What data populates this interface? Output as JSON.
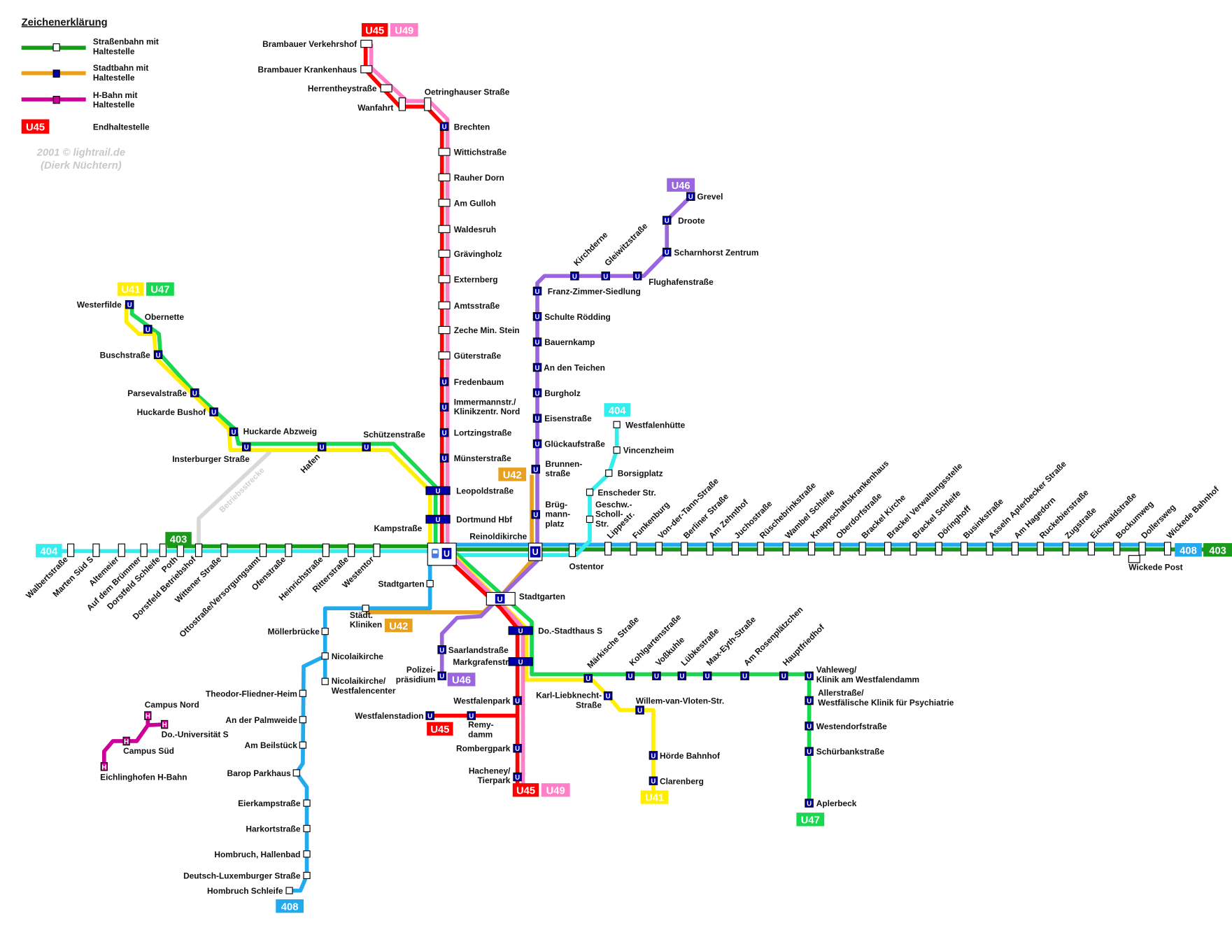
{
  "legend": {
    "title": "Zeichenerklärung",
    "tram": "Straßenbahn mit\nHaltestelle",
    "stadtbahn": "Stadtbahn mit\nHaltestelle",
    "hbahn": "H-Bahn mit\nHaltestelle",
    "terminus_badge": "U45",
    "terminus": "Endhaltestelle",
    "u_symbol": "U",
    "h_symbol": "H"
  },
  "credit": {
    "line1": "2001 © lightrail.de",
    "line2": "(Dierk Nüchtern)"
  },
  "colors": {
    "u45": "#ff0000",
    "u49": "#ff80c8",
    "u41": "#ffee00",
    "u47": "#18d850",
    "u46": "#9966dd",
    "u42": "#e8a020",
    "tram403": "#1a9a1a",
    "tram404": "#33eeee",
    "tram408": "#22aaee",
    "hbahn": "#cc0099",
    "betrieb": "#d8d8d8",
    "ubox": "#0000aa"
  },
  "badges": {
    "u45_top": "U45",
    "u49_top": "U49",
    "u41_nw": "U41",
    "u47_nw": "U47",
    "u46_ne": "U46",
    "t404_ne": "404",
    "u42_n": "U42",
    "t404_w": "404",
    "t403_w": "403",
    "t408_e": "408",
    "t403_e": "403",
    "u42_s": "U42",
    "u46_s": "U46",
    "u45_sw": "U45",
    "u45_s": "U45",
    "u49_s": "U49",
    "u41_s": "U41",
    "u47_s": "U47",
    "t408_s": "408"
  },
  "betriebsstrecke": "Betriebsstrecke",
  "stations": {
    "bvh": "Brambauer Verkehrshof",
    "bkh": "Brambauer Krankenhaus",
    "hts": "Herrentheystraße",
    "wan": "Wanfahrt",
    "oet": "Oetringhauser Straße",
    "bre": "Brechten",
    "wit": "Wittichstraße",
    "rau": "Rauher Dorn",
    "gul": "Am Gulloh",
    "wal": "Waldesruh",
    "gra": "Grävingholz",
    "ext": "Externberg",
    "amt": "Amtsstraße",
    "zms": "Zeche Min. Stein",
    "gut": "Güterstraße",
    "fre": "Fredenbaum",
    "imm": "Immermannstr./\nKlinikzentr. Nord",
    "lor": "Lortzingstraße",
    "mun": "Münsterstraße",
    "leo": "Leopoldstraße",
    "hbf": "Dortmund Hbf",
    "wef": "Westerfilde",
    "obe": "Obernette",
    "bus": "Buschstraße",
    "par": "Parsevalstraße",
    "hbu": "Huckarde Bushof",
    "hab": "Huckarde Abzweig",
    "ins": "Insterburger Straße",
    "haf": "Hafen",
    "sch": "Schützenstraße",
    "kam": "Kampstraße",
    "dss": "Do.-Stadthaus S",
    "mgf": "Markgrafenstr.",
    "wfp": "Westfalenpark",
    "rom": "Rombergpark",
    "hac": "Hacheney/\nTierpark",
    "rem": "Remy-\ndamm",
    "wfs": "Westfalenstadion",
    "grv": "Grevel",
    "dro": "Droote",
    "scz": "Scharnhorst Zentrum",
    "flu": "Flughafenstraße",
    "gle": "Gleiwitzstraße",
    "kir": "Kirchderne",
    "fzs": "Franz-Zimmer-Siedlung",
    "sro": "Schulte Rödding",
    "bau": "Bauernkamp",
    "adt": "An den Teichen",
    "bur": "Burgholz",
    "eis": "Eisenstraße",
    "glu": "Glückaufstraße",
    "brn": "Brunnen-\nstraße",
    "brg": "Brüg-\nmann-\nplatz",
    "rei": "Reinoldikirche",
    "sar": "Saarlandstraße",
    "pol": "Polizei-\npräsidium",
    "stg": "Stadtgarten",
    "skl": "Städt.\nKliniken",
    "stg2": "Stadtgarten",
    "mol": "Möllerbrücke",
    "nic": "Nicolaikirche",
    "nwc": "Nicolaikirche/\nWestfalencenter",
    "tfh": "Theodor-Fliedner-Heim",
    "apw": "An der Palmweide",
    "abs": "Am Beilstück",
    "bpk": "Barop Parkhaus",
    "eik": "Eierkampstraße",
    "hks": "Harkortstraße",
    "hhb": "Hombruch, Hallenbad",
    "dlx": "Deutsch-Luxemburger Straße",
    "hsc": "Hombruch Schleife",
    "ens": "Enscheder Str.",
    "bor": "Borsigplatz",
    "vin": "Vincenzheim",
    "wfh": "Westfalenhütte",
    "gss": "Geschw.-\nScholl-\nStr.",
    "mks": "Märkische Straße",
    "kgs": "Kohlgartenstraße",
    "vos": "Voßkuhle",
    "lub": "Lübkestraße",
    "mey": "Max-Eyth-Straße",
    "arp": "Am Rosenplätzchen",
    "hfr": "Hauptfriedhof",
    "vah": "Vahleweg/\nKlinik am Westfalendamm",
    "all": "Allerstraße/\nWestfälische Klinik für Psychiatrie",
    "wed": "Westendorfstraße",
    "sbk": "Schürbankstraße",
    "apl": "Aplerbeck",
    "kls": "Karl-Liebknecht-\nStraße",
    "wvv": "Willem-van-Vloten-Str.",
    "hoe": "Hörde Bahnhof",
    "cla": "Clarenberg",
    "wlb": "Walbertstraße",
    "mas": "Marten Süd S",
    "alt": "Altemeier",
    "adb": "Auf dem Brümmer",
    "dsc": "Dorstfeld Schleife",
    "pot": "Poth",
    "dbh": "Dorstfeld Betriebshof",
    "wi2": "Wittener Straße",
    "ott": "Ottostraße/Versorgungsamt",
    "ofe": "Ofenstraße",
    "hei": "Heinrichstraße",
    "rit": "Ritterstraße",
    "wen": "Westentor",
    "ost": "Ostentor",
    "lip": "Lippestr.",
    "fun": "Funkenburg",
    "vdt": "Von-der-Tann-Straße",
    "ber": "Berliner Straße",
    "azh": "Am Zehnthof",
    "juc": "Juchostraße",
    "rue": "Rüschebrinkstraße",
    "wam": "Wambel Schleife",
    "kna": "Knappschaftskrankenhaus",
    "obd": "Oberdorfstraße",
    "bki": "Brackel Kirche",
    "bvw": "Brackel Verwaltungsstelle",
    "bsc": "Brackel Schleife",
    "doe": "Döringhoff",
    "bsk": "Businkstraße",
    "asa": "Asseln Aplerbecker Straße",
    "aha": "Am Hagedorn",
    "ruc": "Ruckebierstraße",
    "zug": "Zugstraße",
    "eic": "Eichwaldstraße",
    "boc": "Bockumweg",
    "dol": "Dollersweg",
    "wib": "Wickede Bahnhof",
    "wip": "Wickede Post",
    "ehb": "Eichlinghofen H-Bahn",
    "cs": "Campus Süd",
    "cn": "Campus Nord",
    "dus": "Do.-Universität S"
  }
}
